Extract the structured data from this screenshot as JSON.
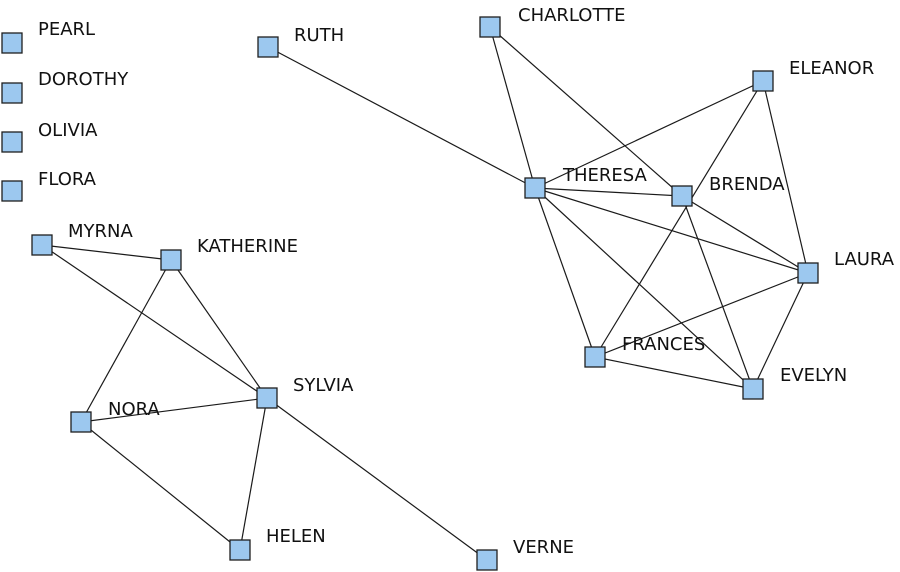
{
  "colors": {
    "node_fill": "#9cc8ef",
    "node_stroke": "#1f1f1f",
    "edge": "#1a1a1a",
    "label": "#111111",
    "background": "#ffffff"
  },
  "nodes": [
    {
      "id": "pearl",
      "label": "PEARL"
    },
    {
      "id": "dorothy",
      "label": "DOROTHY"
    },
    {
      "id": "olivia",
      "label": "OLIVIA"
    },
    {
      "id": "flora",
      "label": "FLORA"
    },
    {
      "id": "ruth",
      "label": "RUTH"
    },
    {
      "id": "charlotte",
      "label": "CHARLOTTE"
    },
    {
      "id": "eleanor",
      "label": "ELEANOR"
    },
    {
      "id": "theresa",
      "label": "THERESA"
    },
    {
      "id": "brenda",
      "label": "BRENDA"
    },
    {
      "id": "laura",
      "label": "LAURA"
    },
    {
      "id": "frances",
      "label": "FRANCES"
    },
    {
      "id": "evelyn",
      "label": "EVELYN"
    },
    {
      "id": "myrna",
      "label": "MYRNA"
    },
    {
      "id": "katherine",
      "label": "KATHERINE"
    },
    {
      "id": "sylvia",
      "label": "SYLVIA"
    },
    {
      "id": "nora",
      "label": "NORA"
    },
    {
      "id": "helen",
      "label": "HELEN"
    },
    {
      "id": "verne",
      "label": "VERNE"
    }
  ],
  "edges": [
    [
      "ruth",
      "theresa"
    ],
    [
      "charlotte",
      "theresa"
    ],
    [
      "charlotte",
      "brenda"
    ],
    [
      "eleanor",
      "theresa"
    ],
    [
      "eleanor",
      "frances"
    ],
    [
      "eleanor",
      "laura"
    ],
    [
      "theresa",
      "brenda"
    ],
    [
      "theresa",
      "laura"
    ],
    [
      "theresa",
      "frances"
    ],
    [
      "theresa",
      "evelyn"
    ],
    [
      "brenda",
      "laura"
    ],
    [
      "brenda",
      "evelyn"
    ],
    [
      "laura",
      "frances"
    ],
    [
      "laura",
      "evelyn"
    ],
    [
      "frances",
      "evelyn"
    ],
    [
      "myrna",
      "katherine"
    ],
    [
      "myrna",
      "sylvia"
    ],
    [
      "katherine",
      "sylvia"
    ],
    [
      "katherine",
      "nora"
    ],
    [
      "nora",
      "sylvia"
    ],
    [
      "nora",
      "helen"
    ],
    [
      "sylvia",
      "helen"
    ],
    [
      "sylvia",
      "verne"
    ]
  ]
}
